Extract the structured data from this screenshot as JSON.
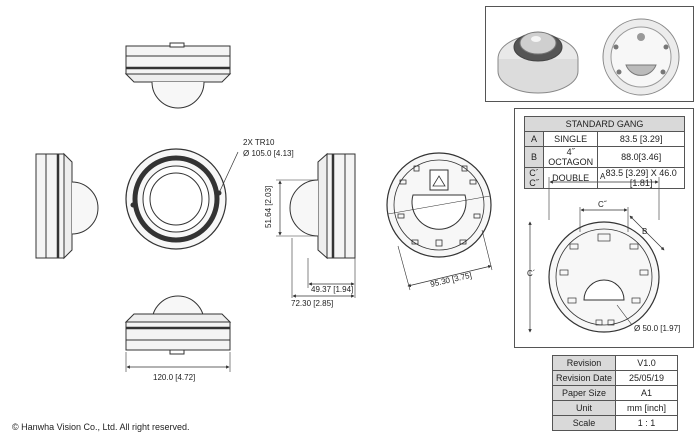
{
  "dimensions": {
    "screw": "2X TR10",
    "diameter": "Ø 105.0 [4.13]",
    "height_side": "51.64 [2.03]",
    "depth_a": "49.37 [1.94]",
    "depth_b": "72.30 [2.85]",
    "base_diag": "95.30 [3.75]",
    "width_bottom": "120.0 [4.72]",
    "hole_diam": "Ø 50.0 [1.97]"
  },
  "bracket_labels": {
    "a": "A",
    "b": "B",
    "c": "C´",
    "c_prime": "C˝"
  },
  "gang_table": {
    "title": "STANDARD GANG",
    "rows": [
      {
        "key": "A",
        "type": "SINGLE",
        "value": "83.5 [3.29]"
      },
      {
        "key": "B",
        "type": "4˝ OCTAGON",
        "value": "88.0[3.46]"
      },
      {
        "key": "C´ C˝",
        "type": "DOUBLE",
        "value": "83.5 [3.29] X 46.0 [1.81]"
      }
    ]
  },
  "revision_table": [
    {
      "label": "Revision",
      "value": "V1.0"
    },
    {
      "label": "Revision Date",
      "value": "25/05/19"
    },
    {
      "label": "Paper Size",
      "value": "A1"
    },
    {
      "label": "Unit",
      "value": "mm [inch]"
    },
    {
      "label": "Scale",
      "value": "1 : 1"
    }
  ],
  "copyright": "© Hanwha Vision Co., Ltd. All right reserved."
}
